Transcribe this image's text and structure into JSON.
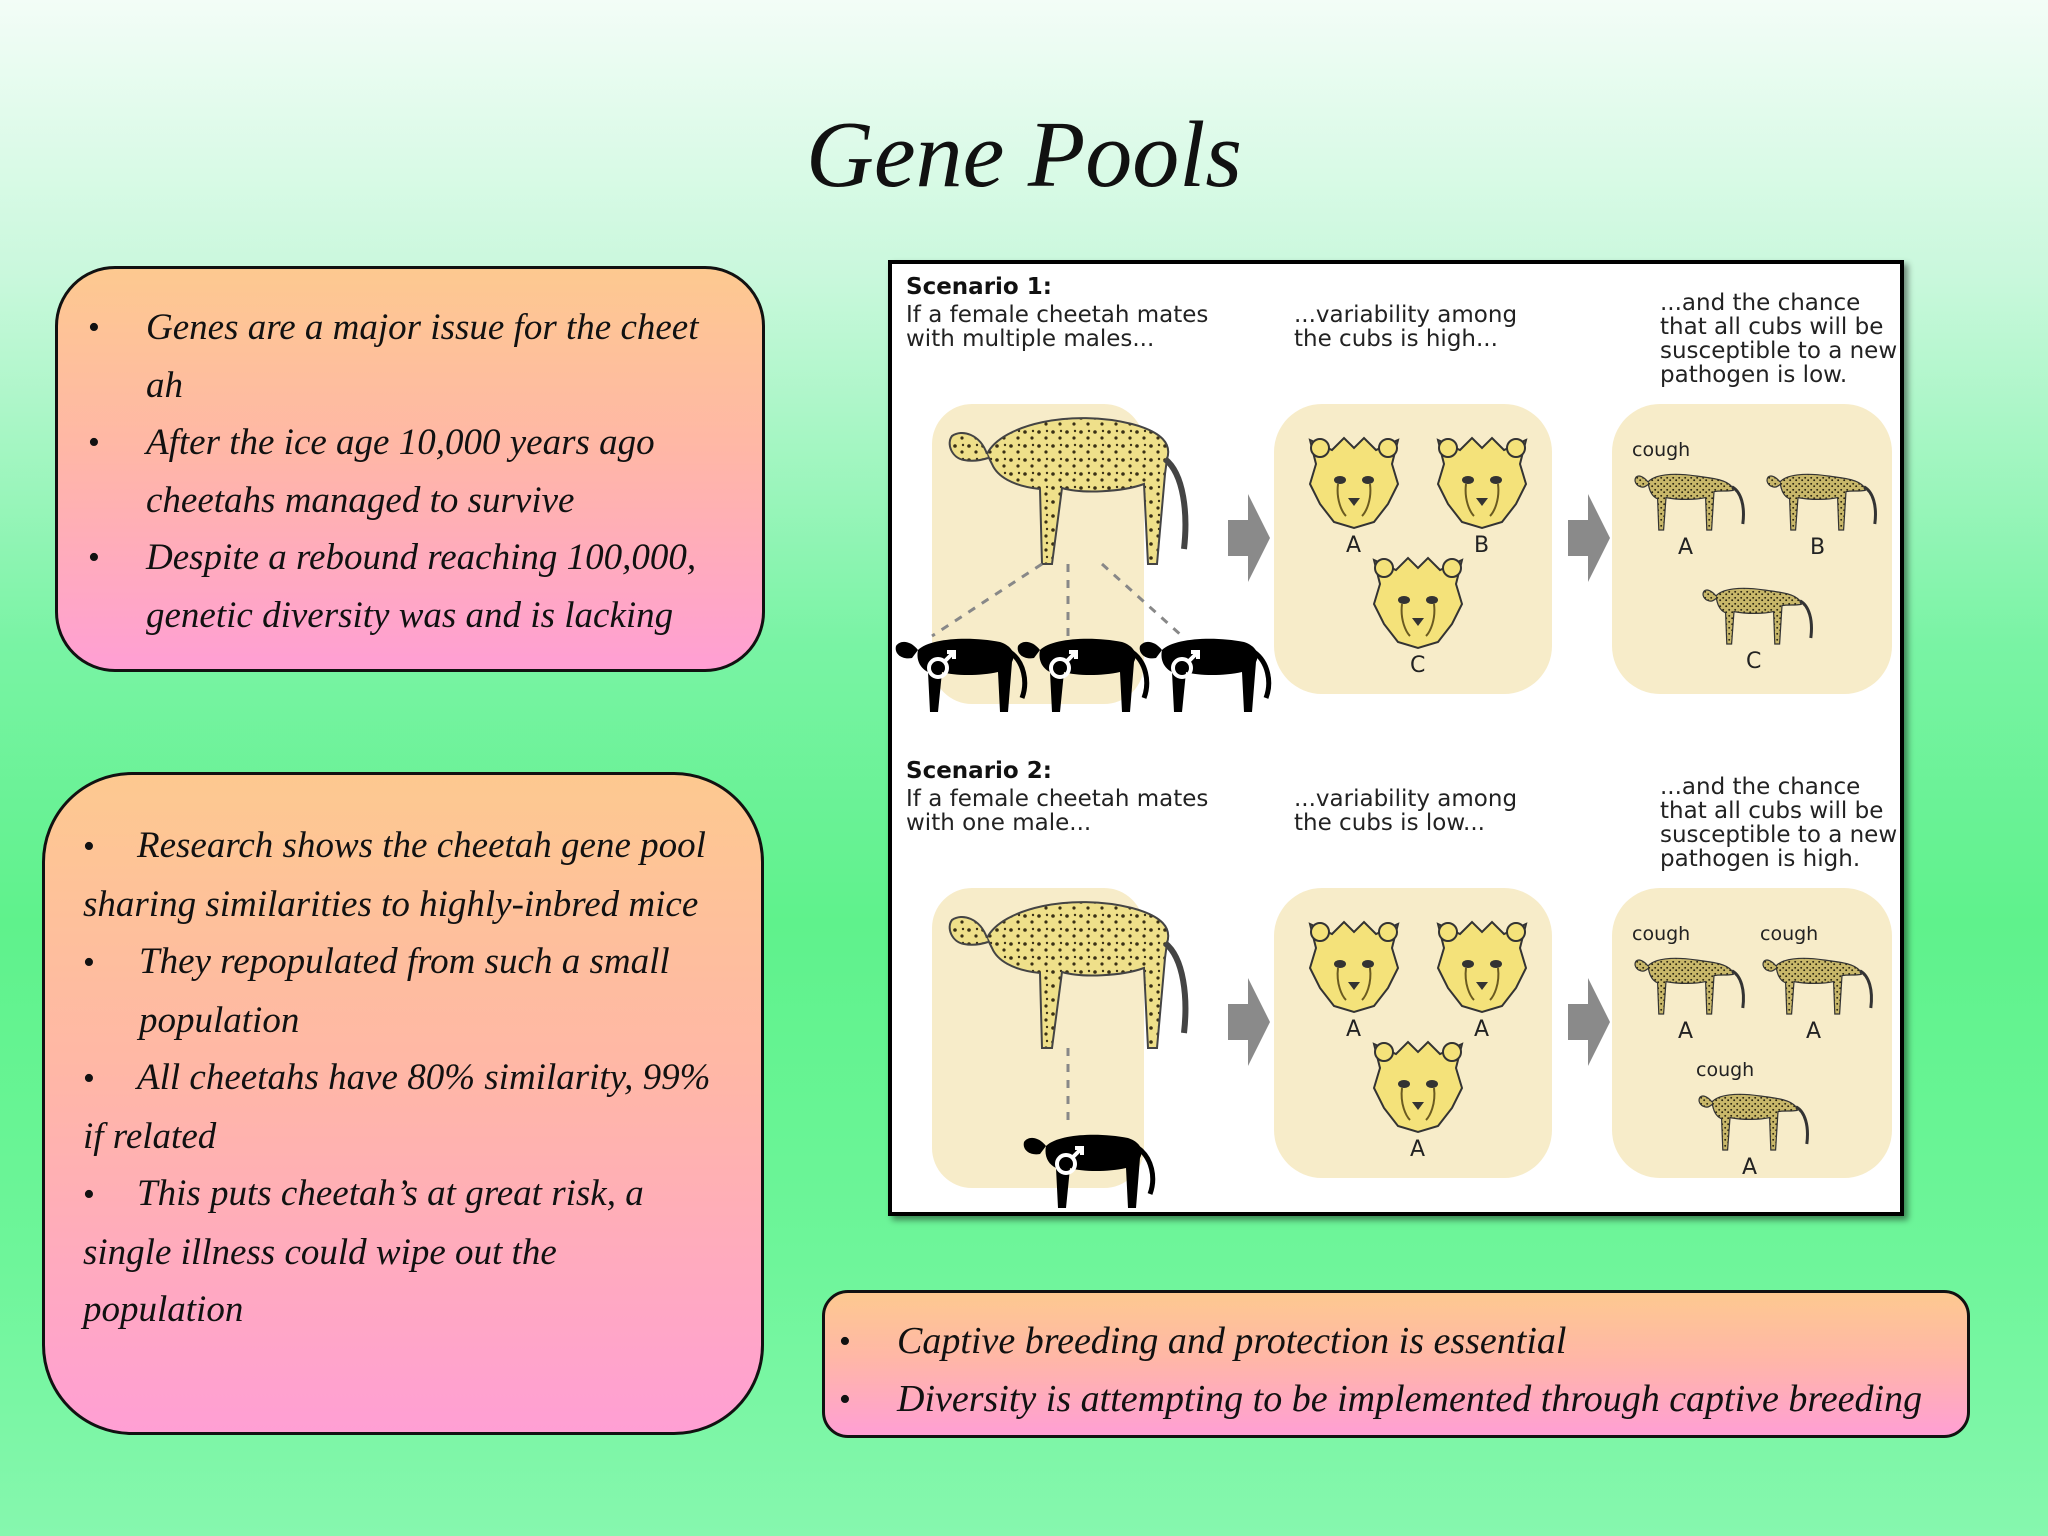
{
  "title": "Gene Pools",
  "box1": {
    "items": [
      "Genes are a major issue for the cheet ah",
      "After the ice age 10,000 years ago cheetahs managed to survive",
      "Despite a rebound reaching 100,000, genetic diversity was and is lacking"
    ]
  },
  "box2": {
    "items": [
      "Research shows the cheetah gene pool sharing similarities to highly-inbred mice",
      "They repopulated from such a small population",
      "All cheetahs have 80% similarity, 99% if related",
      "This puts cheetah’s at great risk, a single illness could wipe out the population"
    ]
  },
  "box3": {
    "items": [
      "Captive breeding and protection is essential",
      "Diversity is attempting to be implemented through captive breeding"
    ]
  },
  "bullet": "•",
  "figure": {
    "scenario1": {
      "heading": "Scenario 1:",
      "col1": [
        "If a female cheetah mates",
        "with multiple males..."
      ],
      "col2": [
        "...variability among",
        "the cubs is high..."
      ],
      "col3": [
        "...and the chance",
        "that all cubs will be",
        "susceptible to a new",
        "pathogen is low."
      ],
      "cubs": [
        "A",
        "B",
        "C"
      ],
      "adults": [
        "A",
        "B",
        "C"
      ],
      "cough": "cough"
    },
    "scenario2": {
      "heading": "Scenario 2:",
      "col1": [
        "If a female cheetah mates",
        "with one male..."
      ],
      "col2": [
        "...variability among",
        "the cubs is low..."
      ],
      "col3": [
        "...and the chance",
        "that all cubs will be",
        "susceptible to a new",
        "pathogen is high."
      ],
      "cubs": [
        "A",
        "A",
        "A"
      ],
      "adults": [
        "A",
        "A",
        "A"
      ],
      "cough": "cough"
    },
    "colors": {
      "panel": "#f7ecc9",
      "cheetah": "#efe08a",
      "male": "#000000",
      "arrow": "#8a8a8a",
      "cub": "#f4e27a"
    }
  }
}
